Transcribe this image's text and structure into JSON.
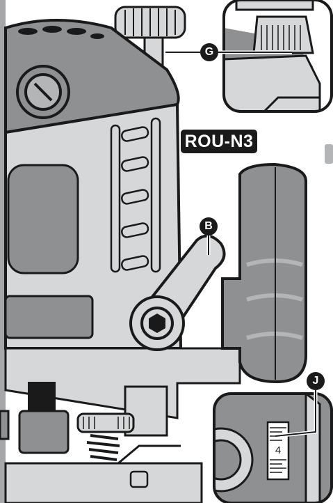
{
  "model": {
    "label": "ROU-N3"
  },
  "callouts": {
    "g": "G",
    "b": "B",
    "j": "J"
  },
  "depth_scale": {
    "value": "4"
  },
  "colors": {
    "housing_grey": "#8f9092",
    "housing_light": "#d6d7d8",
    "outline": "#1a1a1a",
    "edge_grey": "#a6a7a8"
  }
}
